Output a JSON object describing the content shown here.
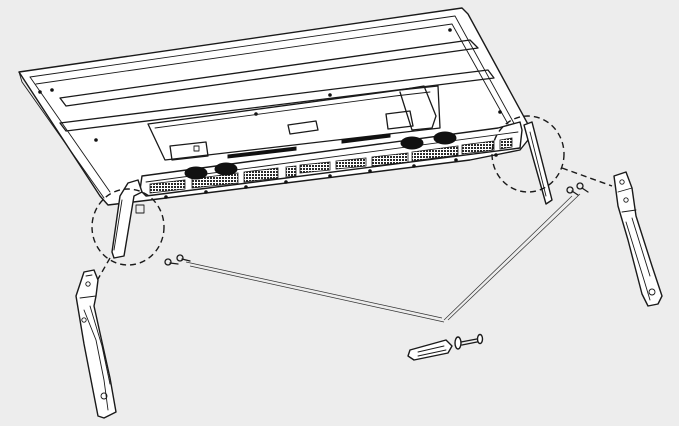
{
  "figure": {
    "subject": "tv-stand-installation",
    "background_color": "#ededed",
    "line_color": "#1a1a1a",
    "fill_color": "#ffffff",
    "parts": [
      "tv-panel",
      "left-stand-leg",
      "right-stand-leg",
      "screws-left",
      "screws-right",
      "screwdriver"
    ]
  }
}
